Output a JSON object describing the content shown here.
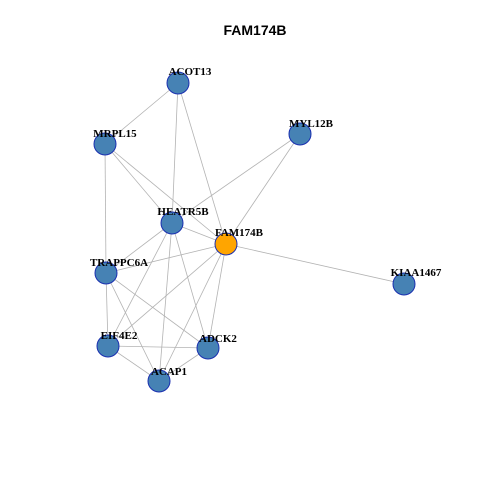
{
  "title": "FAM174B",
  "colors": {
    "focus_node": "#FFA500",
    "node": "#4682B4",
    "node_border": "#1a2fb0",
    "edge": "#b3b3b3"
  },
  "nodes": [
    {
      "id": "ACOT13",
      "label": "ACOT13",
      "focus": false
    },
    {
      "id": "MRPL15",
      "label": "MRPL15",
      "focus": false
    },
    {
      "id": "MYL12B",
      "label": "MYL12B",
      "focus": false
    },
    {
      "id": "HEATR5B",
      "label": "HEATR5B",
      "focus": false
    },
    {
      "id": "FAM174B",
      "label": "FAM174B",
      "focus": true
    },
    {
      "id": "TRAPPC6A",
      "label": "TRAPPC6A",
      "focus": false
    },
    {
      "id": "KIAA1467",
      "label": "KIAA1467",
      "focus": false
    },
    {
      "id": "EIF4E2",
      "label": "EIF4E2",
      "focus": false
    },
    {
      "id": "ADCK2",
      "label": "ADCK2",
      "focus": false
    },
    {
      "id": "ACAP1",
      "label": "ACAP1",
      "focus": false
    }
  ],
  "edges": [
    [
      "ACOT13",
      "MRPL15"
    ],
    [
      "ACOT13",
      "HEATR5B"
    ],
    [
      "ACOT13",
      "FAM174B"
    ],
    [
      "MRPL15",
      "HEATR5B"
    ],
    [
      "MRPL15",
      "FAM174B"
    ],
    [
      "MRPL15",
      "TRAPPC6A"
    ],
    [
      "MYL12B",
      "HEATR5B"
    ],
    [
      "MYL12B",
      "FAM174B"
    ],
    [
      "HEATR5B",
      "FAM174B"
    ],
    [
      "HEATR5B",
      "TRAPPC6A"
    ],
    [
      "HEATR5B",
      "EIF4E2"
    ],
    [
      "HEATR5B",
      "ADCK2"
    ],
    [
      "HEATR5B",
      "ACAP1"
    ],
    [
      "FAM174B",
      "TRAPPC6A"
    ],
    [
      "FAM174B",
      "KIAA1467"
    ],
    [
      "FAM174B",
      "EIF4E2"
    ],
    [
      "FAM174B",
      "ADCK2"
    ],
    [
      "FAM174B",
      "ACAP1"
    ],
    [
      "TRAPPC6A",
      "EIF4E2"
    ],
    [
      "TRAPPC6A",
      "ADCK2"
    ],
    [
      "TRAPPC6A",
      "ACAP1"
    ],
    [
      "EIF4E2",
      "ADCK2"
    ],
    [
      "EIF4E2",
      "ACAP1"
    ],
    [
      "ADCK2",
      "ACAP1"
    ]
  ]
}
